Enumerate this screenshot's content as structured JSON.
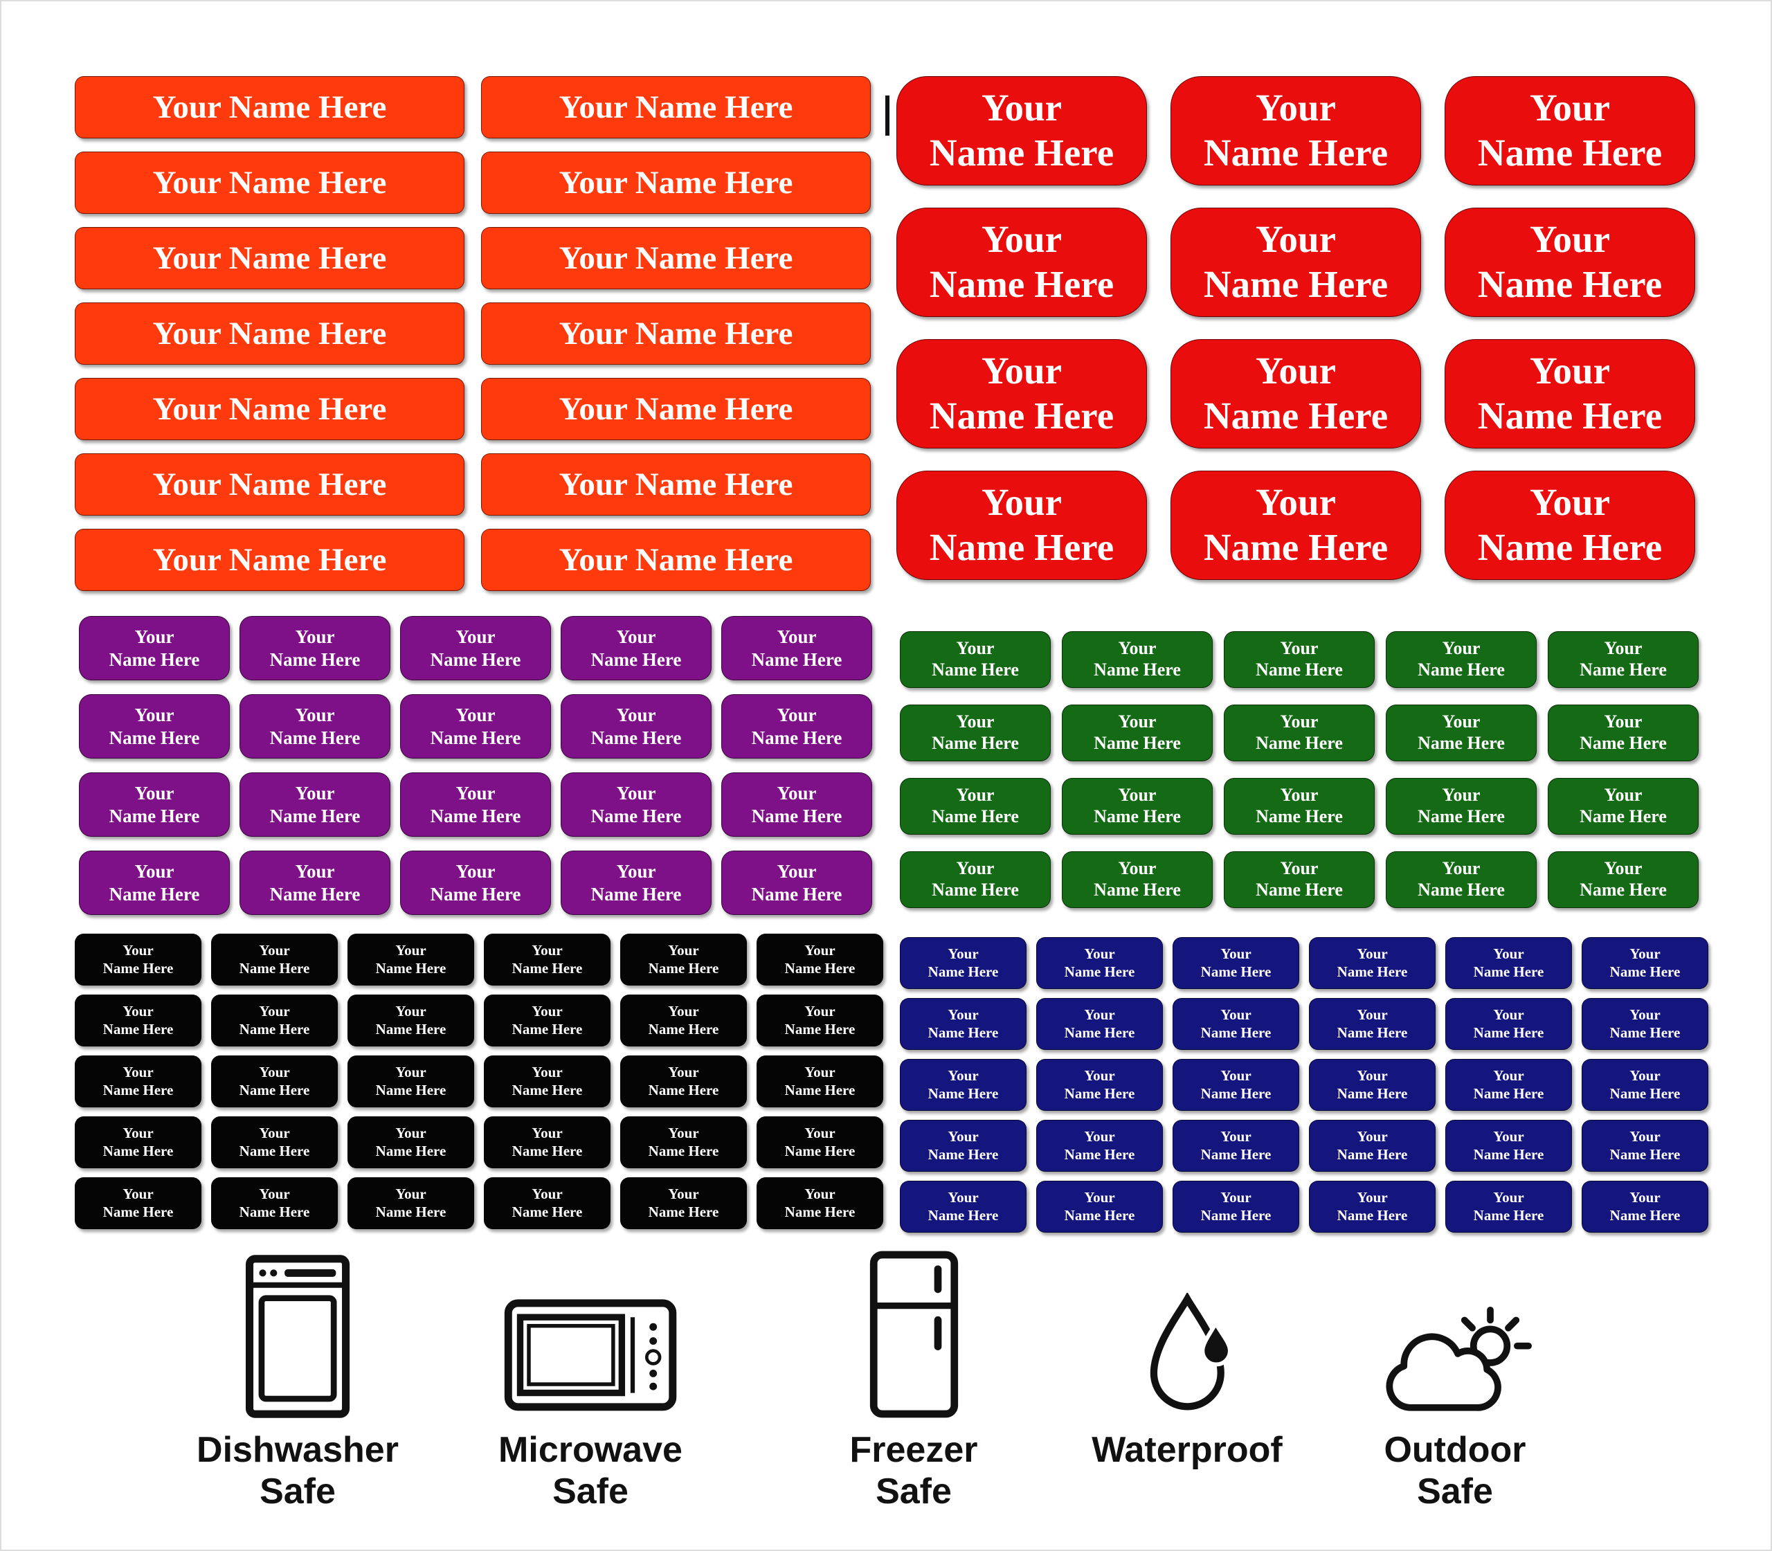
{
  "sticker_text": {
    "single_line": "Your Name Here",
    "line1": "Your",
    "line2": "Name Here"
  },
  "text_color": "#FFFFFF",
  "panels": {
    "orange": {
      "sticker_name": "orange-name-label",
      "color": "#FF3B0D",
      "rows": 7,
      "cols": 2,
      "lines": 1
    },
    "red": {
      "sticker_name": "red-name-label",
      "color": "#E90D0E",
      "rows": 4,
      "cols": 3,
      "lines": 2
    },
    "purple": {
      "sticker_name": "purple-name-label",
      "color": "#7E1187",
      "rows": 4,
      "cols": 5,
      "lines": 2
    },
    "green": {
      "sticker_name": "green-name-label",
      "color": "#156B15",
      "rows": 4,
      "cols": 5,
      "lines": 2
    },
    "black": {
      "sticker_name": "black-name-label",
      "color": "#050505",
      "rows": 5,
      "cols": 6,
      "lines": 2
    },
    "navy": {
      "sticker_name": "navy-name-label",
      "color": "#15157E",
      "rows": 5,
      "cols": 6,
      "lines": 2
    }
  },
  "features": [
    {
      "icon": "dishwasher-icon",
      "line1": "Dishwasher",
      "line2": "Safe"
    },
    {
      "icon": "microwave-icon",
      "line1": "Microwave",
      "line2": "Safe"
    },
    {
      "icon": "freezer-icon",
      "line1": "Freezer",
      "line2": "Safe"
    },
    {
      "icon": "waterproof-icon",
      "line1": "Waterproof",
      "line2": ""
    },
    {
      "icon": "outdoor-icon",
      "line1": "Outdoor",
      "line2": "Safe"
    }
  ]
}
